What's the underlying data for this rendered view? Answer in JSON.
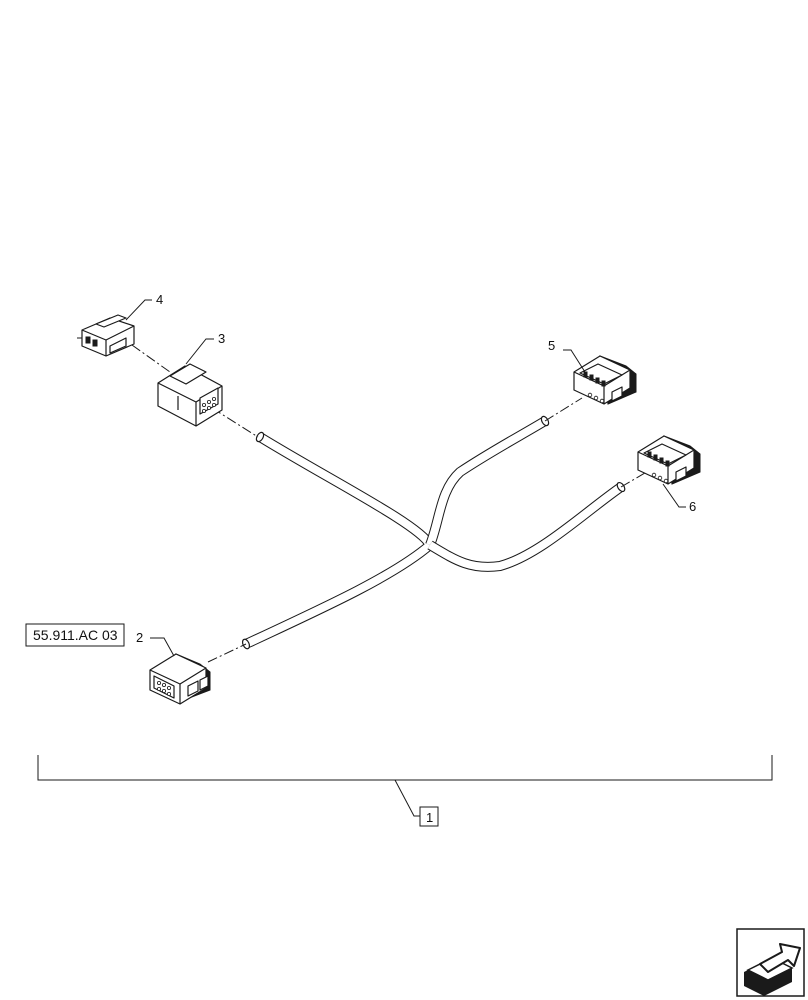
{
  "reference_box": {
    "text": "55.911.AC 03"
  },
  "callouts": {
    "item_1": "1",
    "item_2": "2",
    "item_3": "3",
    "item_4": "4",
    "item_5": "5",
    "item_6": "6"
  },
  "icons": {
    "corner": "navigation-arrow-icon"
  }
}
